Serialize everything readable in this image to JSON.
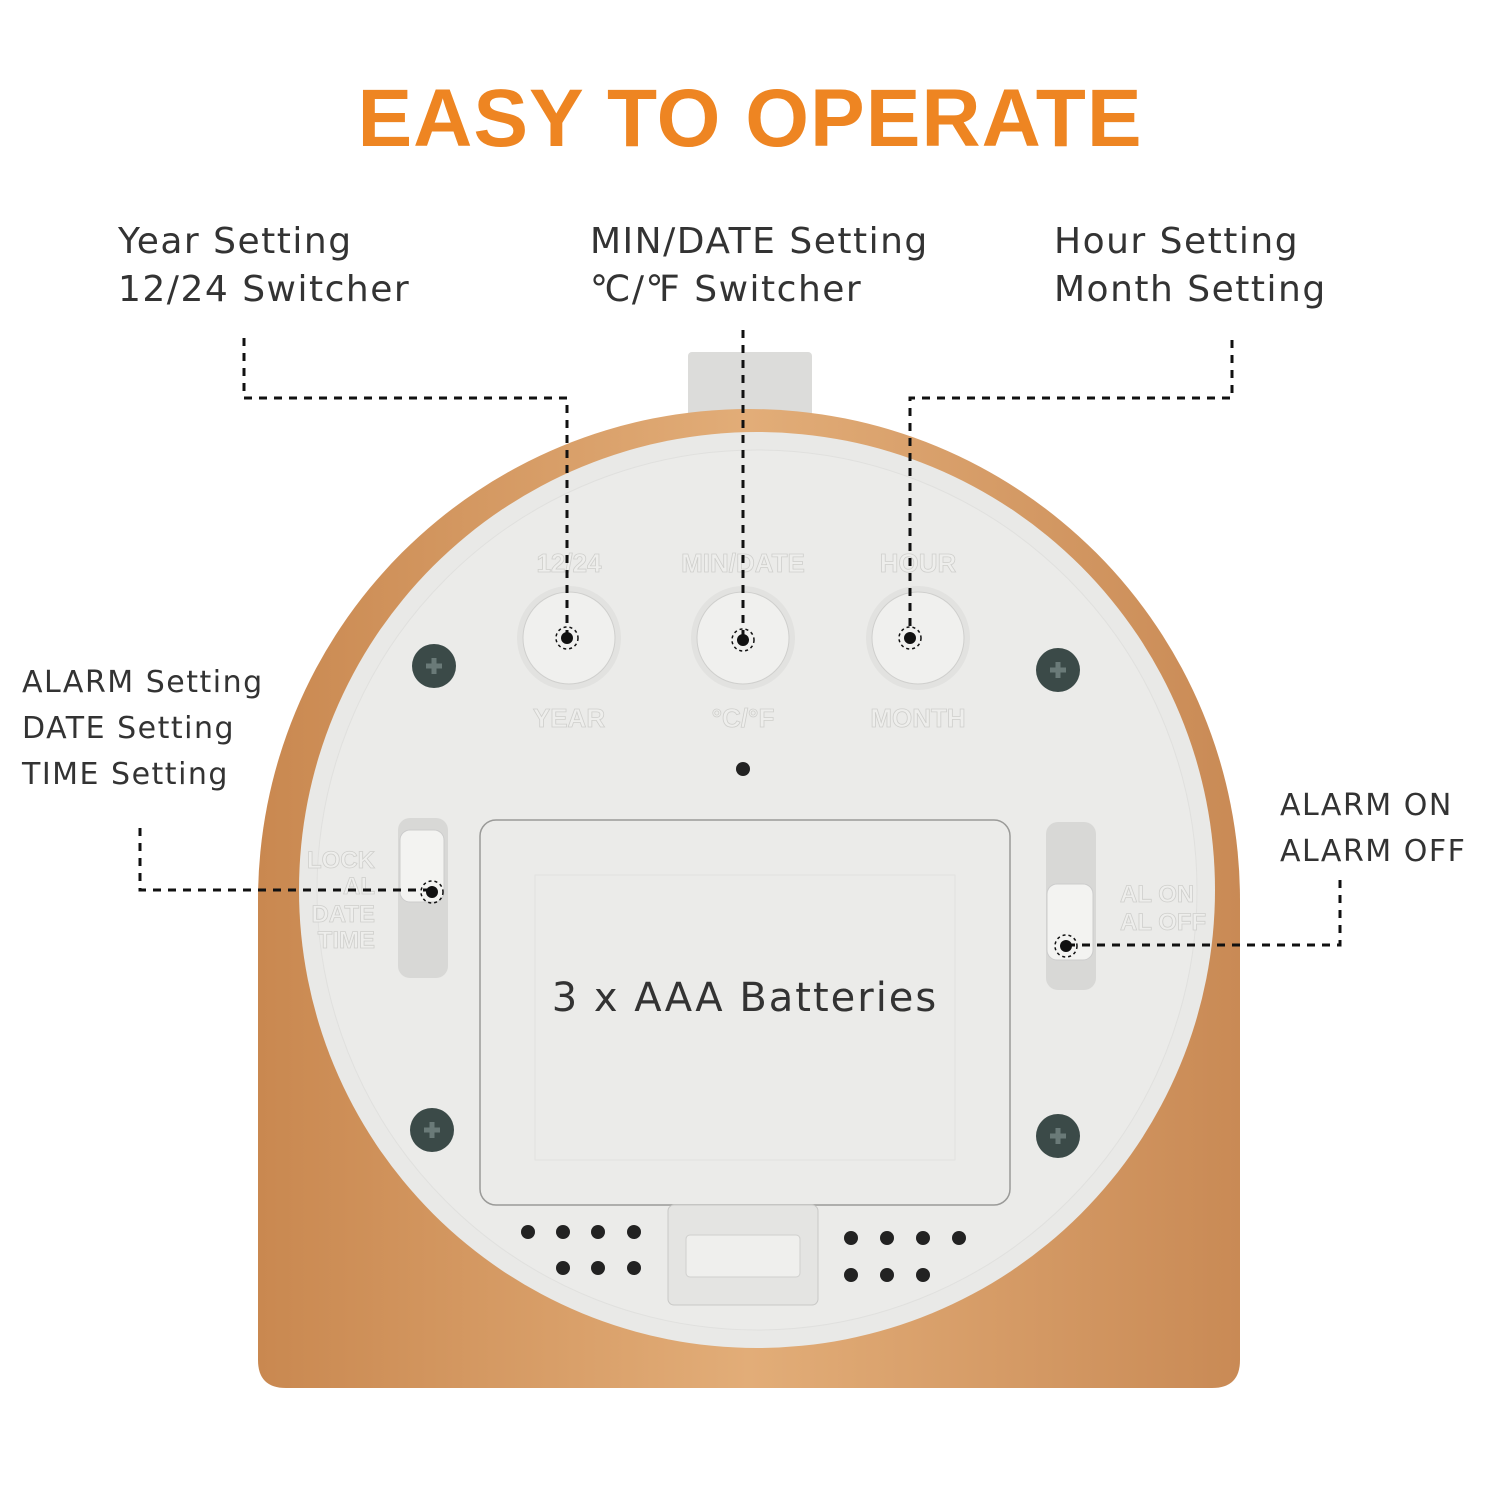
{
  "title": "EASY TO OPERATE",
  "callouts": {
    "year": [
      "Year Setting",
      "12/24 Switcher"
    ],
    "min_date": [
      "MIN/DATE Setting",
      "℃/℉ Switcher"
    ],
    "hour": [
      "Hour Setting",
      "Month Setting"
    ],
    "mode": [
      "ALARM Setting",
      "DATE Setting",
      "TIME Setting"
    ],
    "alarm": [
      "ALARM ON",
      "ALARM OFF"
    ]
  },
  "battery_label": "3 x AAA Batteries",
  "device_markings": {
    "btn1_top": "12/24",
    "btn1_bottom": "YEAR",
    "btn2_top": "MIN/DATE",
    "btn2_bottom": "°C/°F",
    "btn3_top": "HOUR",
    "btn3_bottom": "MONTH",
    "left_switch": [
      "LOCK",
      "AL",
      "DATE",
      "TIME"
    ],
    "right_switch": [
      "AL ON",
      "AL OFF"
    ]
  },
  "colors": {
    "accent": "#ee8522",
    "wood": "#d9a06a",
    "panel": "#e8e8e6"
  }
}
